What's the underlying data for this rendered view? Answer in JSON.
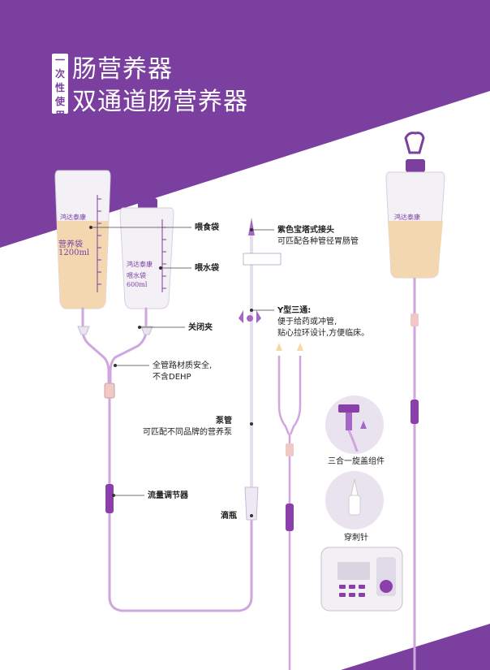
{
  "title": {
    "badge_chars": [
      "一",
      "次",
      "性",
      "使",
      "用"
    ],
    "line1": "肠营养器",
    "line2": "双通道肠营养器"
  },
  "callouts": {
    "feeding_bag": "喂食袋",
    "water_bag": "喂水袋",
    "clamp": "关闭夹",
    "material_line1": "全管路材质安全,",
    "material_line2": "不含DEHP",
    "pump_tube": "泵管",
    "pump_tube_desc": "可匹配不同品牌的营养泵",
    "flow_regulator": "流量调节器",
    "drip_chamber": "滴瓶",
    "connector": "紫色宝塔式接头",
    "connector_desc": "可匹配各种管径胃肠管",
    "y_port": "Y型三通:",
    "y_port_desc1": "便于给药或冲管,",
    "y_port_desc2": "贴心拉环设计,方便临床。",
    "cap_assembly": "三合一旋盖组件",
    "spike": "穿刺针"
  },
  "bag_labels": {
    "brand": "鸿达泰康",
    "big_bag_name": "营养袋",
    "big_bag_volume": "1200ml",
    "small_bag_name": "喂水袋",
    "small_bag_volume": "600ml"
  },
  "colors": {
    "purple": "#7b3fa0",
    "light_purple": "#b48ac8",
    "tube": "#cfa6dd",
    "text": "#222222"
  }
}
